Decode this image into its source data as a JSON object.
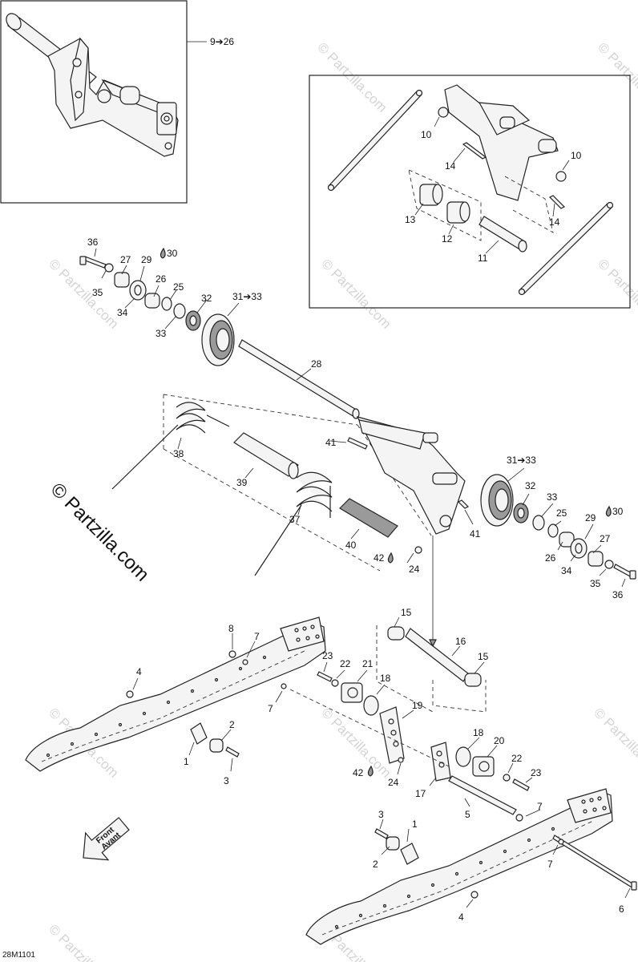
{
  "drawing_code": "28M1101",
  "watermark": "© Partzilla.com",
  "front_arrow": {
    "line1": "Front",
    "line2": "Avant"
  },
  "callouts": {
    "inset_ref": "9➔26",
    "c36": "36",
    "c35": "35",
    "c34": "34",
    "c33": "33",
    "c32": "32",
    "c31": "31➔33",
    "c30": "30",
    "c29": "29",
    "c28": "28",
    "c27": "27",
    "c26": "26",
    "c25": "25",
    "c24": "24",
    "c23": "23",
    "c22": "22",
    "c21": "21",
    "c20": "20",
    "c19": "19",
    "c18": "18",
    "c17": "17",
    "c16": "16",
    "c15": "15",
    "c14": "14",
    "c13": "13",
    "c12": "12",
    "c11": "11",
    "c10": "10",
    "c8": "8",
    "c7": "7",
    "c6": "6",
    "c5": "5",
    "c4": "4",
    "c3": "3",
    "c2": "2",
    "c1": "1",
    "c37": "37",
    "c38": "38",
    "c39": "39",
    "c40": "40",
    "c41": "41",
    "c42": "42"
  }
}
